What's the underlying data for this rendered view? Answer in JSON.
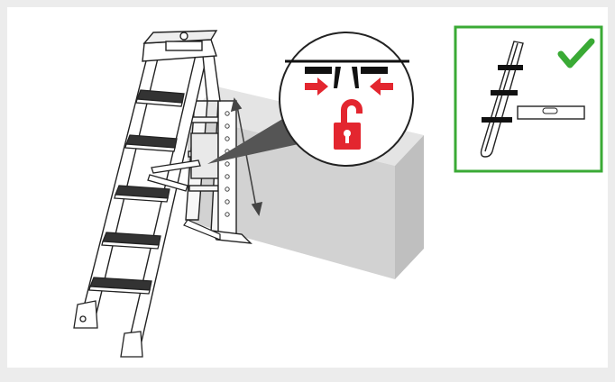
{
  "illustration": {
    "subject": "stepladder-leg-leveler",
    "icons": [
      "lock-open-icon",
      "inward-arrow-icon",
      "double-arrow-icon",
      "check-mark-icon",
      "spirit-level-icon"
    ],
    "colors": {
      "background": "#ececec",
      "panel": "#ffffff",
      "accent_red": "#e3262f",
      "accent_green": "#3aaa35",
      "block_light": "#e4e4e4",
      "block_mid": "#d2d2d2",
      "block_dark": "#bfbfbf",
      "line": "#222222"
    }
  },
  "steps_count": 5,
  "inset_check_status": "correct"
}
